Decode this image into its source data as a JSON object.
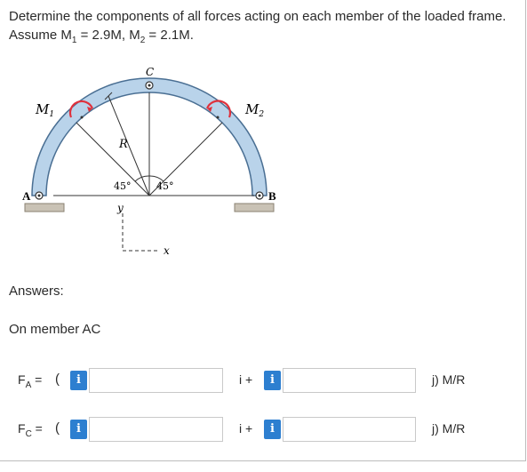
{
  "problem": {
    "line1": "Determine the components of all forces acting on each member of the loaded frame.",
    "line2_prefix": "Assume M",
    "m1_sub": "1",
    "line2_mid": " = 2.9M, M",
    "m2_sub": "2",
    "line2_suffix": " = 2.1M."
  },
  "figure": {
    "label_M1": "M",
    "label_M1_sub": "1",
    "label_M2": "M",
    "label_M2_sub": "2",
    "label_C": "C",
    "label_R": "R",
    "label_A": "A",
    "label_B": "B",
    "angle_left": "45°",
    "angle_right": "45°",
    "axis_y": "y",
    "axis_x": "x"
  },
  "answers": {
    "title": "Answers:",
    "member": "On member AC",
    "rows": [
      {
        "label": "F",
        "sub": "A",
        "eq": " =",
        "paren": "(",
        "ibtn": "i",
        "iplus": "i +",
        "unit": "j) M/R",
        "x_value": "",
        "y_value": ""
      },
      {
        "label": "F",
        "sub": "C",
        "eq": " =",
        "paren": "(",
        "ibtn": "i",
        "iplus": "i +",
        "unit": "j) M/R",
        "x_value": "",
        "y_value": ""
      }
    ]
  },
  "colors": {
    "accent": "#2d7fd0",
    "arch_fill": "#b9d3ea",
    "moment_arrow": "#e0313c"
  }
}
